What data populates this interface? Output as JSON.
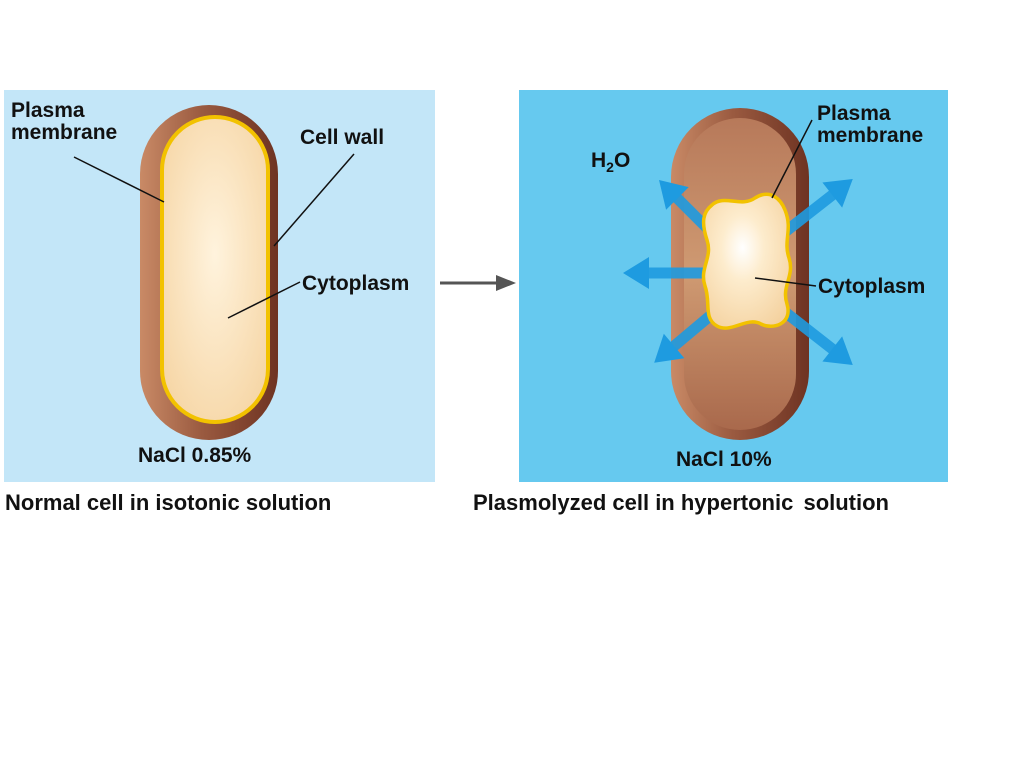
{
  "left_panel": {
    "plasma_membrane": [
      "Plasma",
      "membrane"
    ],
    "cell_wall": "Cell wall",
    "cytoplasm": "Cytoplasm",
    "solution": "NaCl 0.85%",
    "caption": "Normal cell in isotonic solution"
  },
  "right_panel": {
    "water": {
      "base": "H",
      "sub": "2",
      "tail": "O"
    },
    "plasma_membrane": [
      "Plasma",
      "membrane"
    ],
    "cytoplasm": "Cytoplasm",
    "solution": "NaCl 10%",
    "caption": "Plasmolyzed cell in hypertonic",
    "caption_tail": "solution"
  },
  "colors": {
    "isotonic_background": "#c3e6f8",
    "hypertonic_background": "#66c9ef",
    "cell_wall": "#8b4a36",
    "plasma_membrane": "#f2c200",
    "cytoplasm": "#fbe2b4",
    "water_arrow": "#1e9be0",
    "process_arrow": "#555555"
  }
}
